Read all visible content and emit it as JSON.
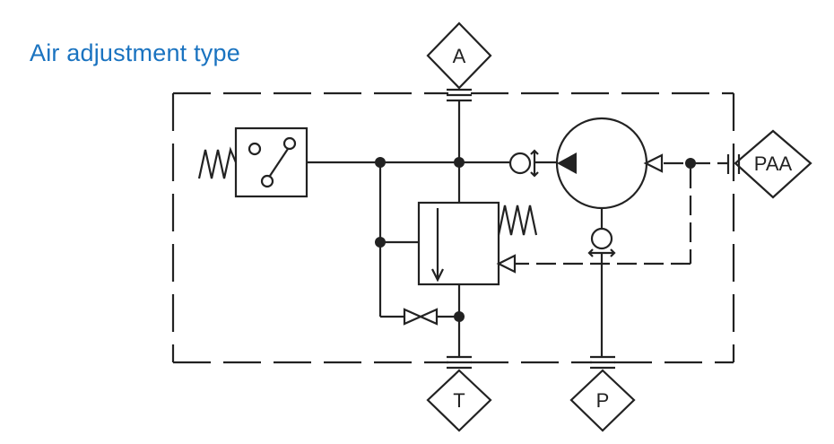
{
  "title": "Air adjustment type",
  "ports": {
    "a": "A",
    "t": "T",
    "p": "P",
    "paa": "PAA"
  },
  "colors": {
    "title": "#1a73c0",
    "line": "#222222"
  }
}
